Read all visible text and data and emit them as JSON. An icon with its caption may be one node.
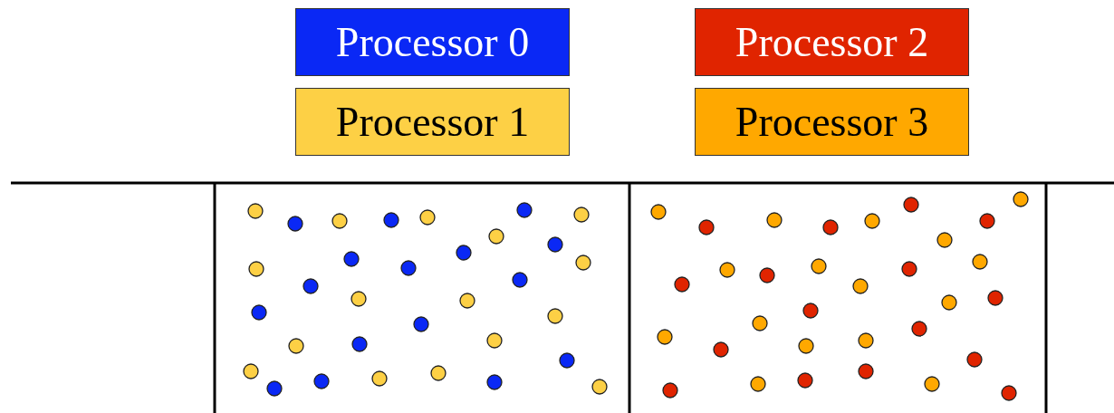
{
  "diagram": {
    "legend": [
      {
        "text": "Processor 0",
        "color": "#0a28f5"
      },
      {
        "text": "Processor 1",
        "color": "#fdd045"
      },
      {
        "text": "Processor 2",
        "color": "#e02400"
      },
      {
        "text": "Processor 3",
        "color": "#ffa800"
      }
    ]
  }
}
